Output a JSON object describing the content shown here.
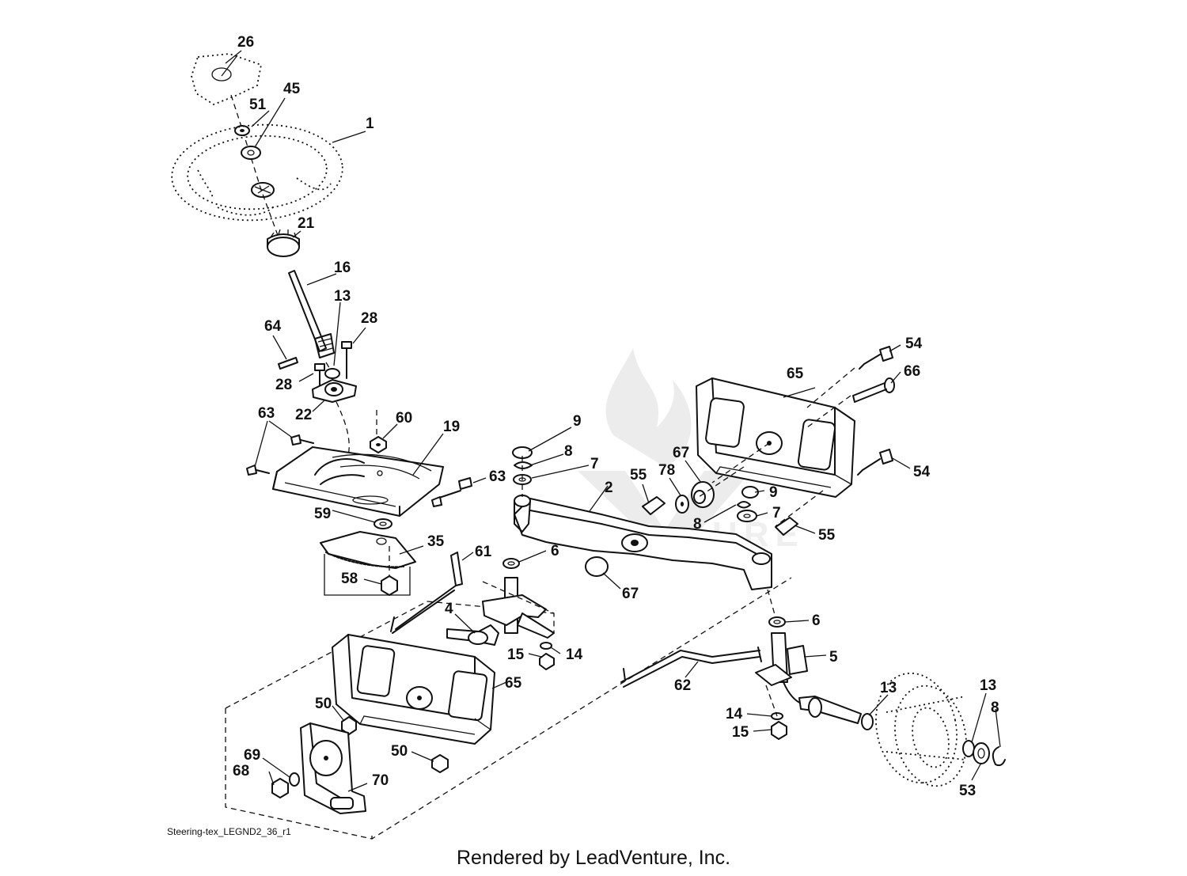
{
  "diagram": {
    "caption": "Steering-tex_LEGND2_36_r1",
    "footer": "Rendered by LeadVenture, Inc.",
    "colors": {
      "line": "#111111",
      "watermark": "#e6e6e6",
      "background": "#ffffff"
    },
    "callouts": {
      "c1": "1",
      "c2": "2",
      "c4": "4",
      "c5": "5",
      "c6a": "6",
      "c6b": "6",
      "c7a": "7",
      "c7b": "7",
      "c8a": "8",
      "c8b": "8",
      "c8c": "8",
      "c9a": "9",
      "c9b": "9",
      "c13a": "13",
      "c13b": "13",
      "c13c": "13",
      "c14a": "14",
      "c14b": "14",
      "c15a": "15",
      "c15b": "15",
      "c16": "16",
      "c19": "19",
      "c21": "21",
      "c22": "22",
      "c26": "26",
      "c28a": "28",
      "c28b": "28",
      "c35": "35",
      "c45": "45",
      "c50a": "50",
      "c50b": "50",
      "c51": "51",
      "c53": "53",
      "c54a": "54",
      "c54b": "54",
      "c55a": "55",
      "c55b": "55",
      "c58": "58",
      "c59": "59",
      "c60": "60",
      "c61": "61",
      "c62": "62",
      "c63a": "63",
      "c63b": "63",
      "c64": "64",
      "c65a": "65",
      "c65b": "65",
      "c66": "66",
      "c67a": "67",
      "c67b": "67",
      "c68": "68",
      "c69": "69",
      "c70": "70",
      "c78": "78"
    }
  }
}
